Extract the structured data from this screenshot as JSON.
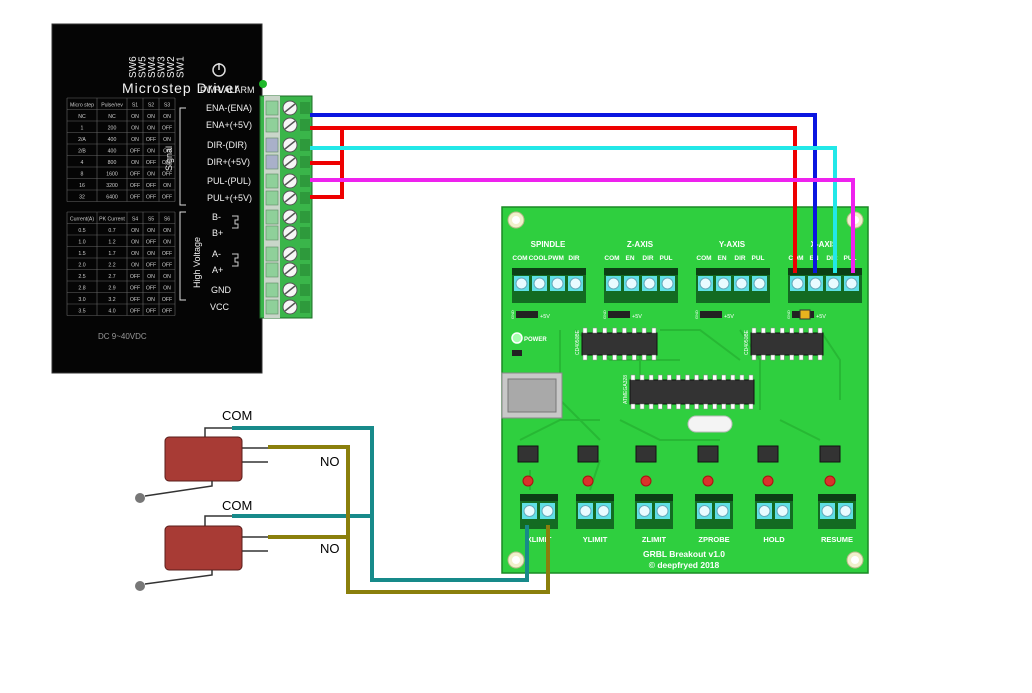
{
  "driver": {
    "title": "Microstep Driver",
    "pwr_label": "PWR/ALARM",
    "switch_labels": [
      "SW6",
      "SW5",
      "SW4",
      "SW3",
      "SW2",
      "SW1"
    ],
    "signal_label": "Signal",
    "high_voltage_label": "High Voltage",
    "dc_label": "DC 9~40VDC",
    "terminals": [
      "ENA-(ENA)",
      "ENA+(+5V)",
      "DIR-(DIR)",
      "DIR+(+5V)",
      "PUL-(PUL)",
      "PUL+(+5V)",
      "B-",
      "B+",
      "A-",
      "A+",
      "GND",
      "VCC"
    ],
    "step_table": {
      "header": [
        "Micro step",
        "Pulse/rev",
        "S1",
        "S2",
        "S3"
      ],
      "rows": [
        [
          "NC",
          "NC",
          "ON",
          "ON",
          "ON"
        ],
        [
          "1",
          "200",
          "ON",
          "ON",
          "OFF"
        ],
        [
          "2/A",
          "400",
          "ON",
          "OFF",
          "ON"
        ],
        [
          "2/B",
          "400",
          "OFF",
          "ON",
          "ON"
        ],
        [
          "4",
          "800",
          "ON",
          "OFF",
          "OFF"
        ],
        [
          "8",
          "1600",
          "OFF",
          "ON",
          "OFF"
        ],
        [
          "16",
          "3200",
          "OFF",
          "OFF",
          "ON"
        ],
        [
          "32",
          "6400",
          "OFF",
          "OFF",
          "OFF"
        ]
      ]
    },
    "current_table": {
      "header": [
        "Current(A)",
        "PK Current",
        "S4",
        "S5",
        "S6"
      ],
      "rows": [
        [
          "0.5",
          "0.7",
          "ON",
          "ON",
          "ON"
        ],
        [
          "1.0",
          "1.2",
          "ON",
          "OFF",
          "ON"
        ],
        [
          "1.5",
          "1.7",
          "ON",
          "ON",
          "OFF"
        ],
        [
          "2.0",
          "2.2",
          "ON",
          "OFF",
          "OFF"
        ],
        [
          "2.5",
          "2.7",
          "OFF",
          "ON",
          "ON"
        ],
        [
          "2.8",
          "2.9",
          "OFF",
          "OFF",
          "ON"
        ],
        [
          "3.0",
          "3.2",
          "OFF",
          "ON",
          "OFF"
        ],
        [
          "3.5",
          "4.0",
          "OFF",
          "OFF",
          "OFF"
        ]
      ]
    }
  },
  "board": {
    "title": "GRBL Breakout v1.0",
    "credit": "© deepfryed 2018",
    "power_label": "POWER",
    "chips": {
      "left": "CD4050BE",
      "right": "CD4050BE",
      "main": "ATMEGA328"
    },
    "plus5v": "+5V",
    "gnd": "GND",
    "headers": [
      {
        "title": "SPINDLE",
        "pins": [
          "COM",
          "COOL",
          "PWM",
          "DIR"
        ]
      },
      {
        "title": "Z-AXIS",
        "pins": [
          "COM",
          "EN",
          "DIR",
          "PUL"
        ]
      },
      {
        "title": "Y-AXIS",
        "pins": [
          "COM",
          "EN",
          "DIR",
          "PUL"
        ]
      },
      {
        "title": "X-AXIS",
        "pins": [
          "COM",
          "EN",
          "DIR",
          "PUL"
        ]
      }
    ],
    "inputs": [
      "XLIMIT",
      "YLIMIT",
      "ZLIMIT",
      "ZPROBE",
      "HOLD",
      "RESUME"
    ]
  },
  "switches": [
    {
      "com": "COM",
      "no": "NO"
    },
    {
      "com": "COM",
      "no": "NO"
    }
  ],
  "colors": {
    "red": "#ee0000",
    "blue": "#0a16e0",
    "cyan": "#22e8e8",
    "magenta": "#ee22ee",
    "teal": "#178a8a",
    "olive": "#8a7f0c",
    "pcb": "#2fcf3f",
    "switch_body": "#a83b35"
  }
}
